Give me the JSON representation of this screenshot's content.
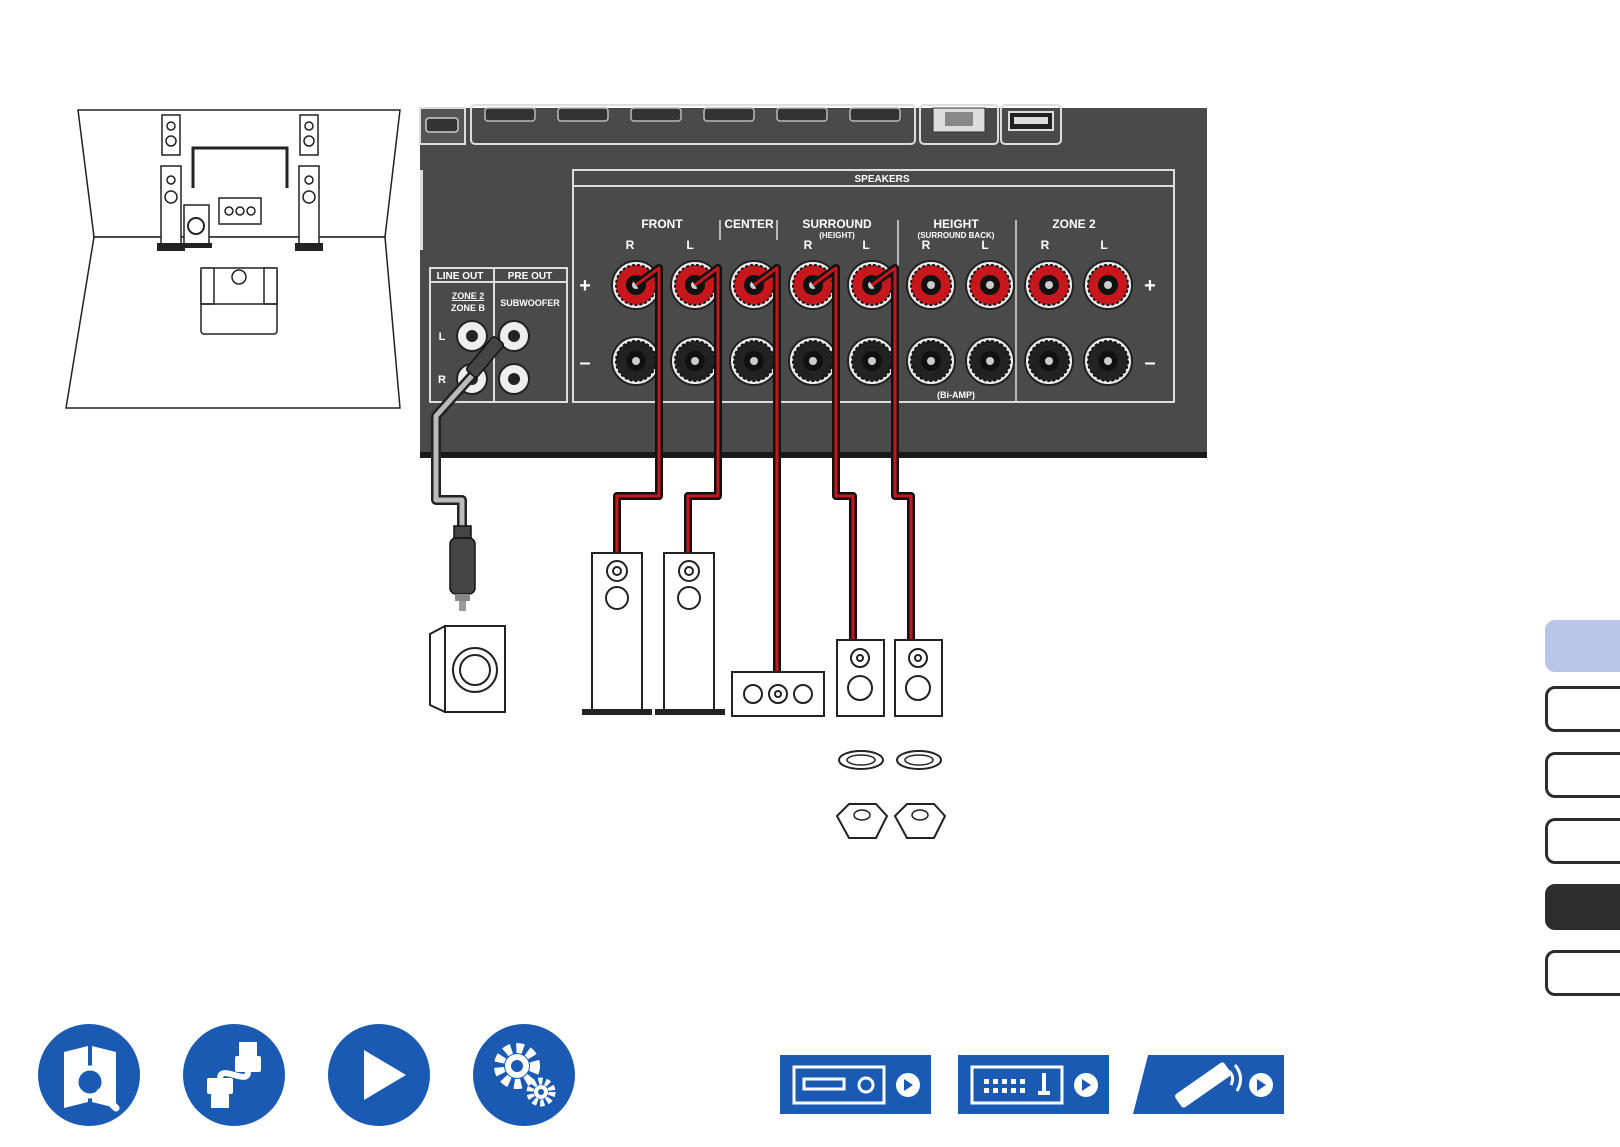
{
  "panel": {
    "speakers_title": "SPEAKERS",
    "groups": [
      {
        "name": "FRONT",
        "sub": "",
        "channels": [
          "R",
          "L"
        ]
      },
      {
        "name": "CENTER",
        "sub": "",
        "channels": []
      },
      {
        "name": "SURROUND",
        "sub": "(HEIGHT)",
        "channels": [
          "R",
          "L"
        ]
      },
      {
        "name": "HEIGHT",
        "sub": "(SURROUND BACK)",
        "channels": [
          "R",
          "L"
        ]
      },
      {
        "name": "ZONE 2",
        "sub": "",
        "channels": [
          "R",
          "L"
        ]
      }
    ],
    "plus": "+",
    "minus": "–",
    "bi_amp": "(Bi-AMP)",
    "line_out": "LINE OUT",
    "pre_out": "PRE OUT",
    "zone2": "ZONE 2",
    "zoneb": "ZONE B",
    "subwoofer": "SUBWOOFER",
    "left": "L",
    "right": "R"
  },
  "side_tabs": [
    {
      "state": "highlighted"
    },
    {
      "state": "normal"
    },
    {
      "state": "normal"
    },
    {
      "state": "normal"
    },
    {
      "state": "active"
    },
    {
      "state": "normal"
    }
  ],
  "bottom_nav": {
    "buttons": [
      "manual-search-icon",
      "cable-connection-icon",
      "play-icon",
      "settings-gears-icon"
    ],
    "devices": [
      "av-receiver-front-icon",
      "av-receiver-rear-icon",
      "remote-control-icon"
    ]
  },
  "colors": {
    "panel": "#4a4a4a",
    "terminal_red": "#c8161d",
    "accent_blue": "#1a5ab2",
    "tab_highlight": "#b9c6e8",
    "tab_dark": "#2d2d2d"
  }
}
